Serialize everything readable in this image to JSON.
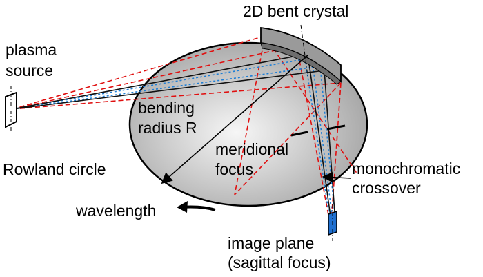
{
  "labels": {
    "crystal": "2D bent crystal",
    "source_line1": "plasma",
    "source_line2": "source",
    "bending_line1": "bending",
    "bending_line2": "radius R",
    "meridional_line1": "meridional",
    "meridional_line2": "focus",
    "rowland": "Rowland circle",
    "mono_line1": "monochromatic",
    "mono_line2": "crossover",
    "wavelength": "wavelength",
    "image_line1": "image plane",
    "image_line2": "(sagittal focus)"
  },
  "colors": {
    "circle_fill": "#b7b7b7",
    "circle_highlight": "#f4f4f4",
    "red_rays": "#e01010",
    "blue_rays": "#1f7fd6",
    "black_rays": "#111111",
    "crystal_fill": "#9a9a9a",
    "image_plane_fill": "#1e6fd0"
  },
  "icons": {
    "source_plate": "rectangle-plate-icon",
    "image_plate": "detector-plate-icon",
    "wavelength_arrow": "curved-arrow-icon"
  }
}
